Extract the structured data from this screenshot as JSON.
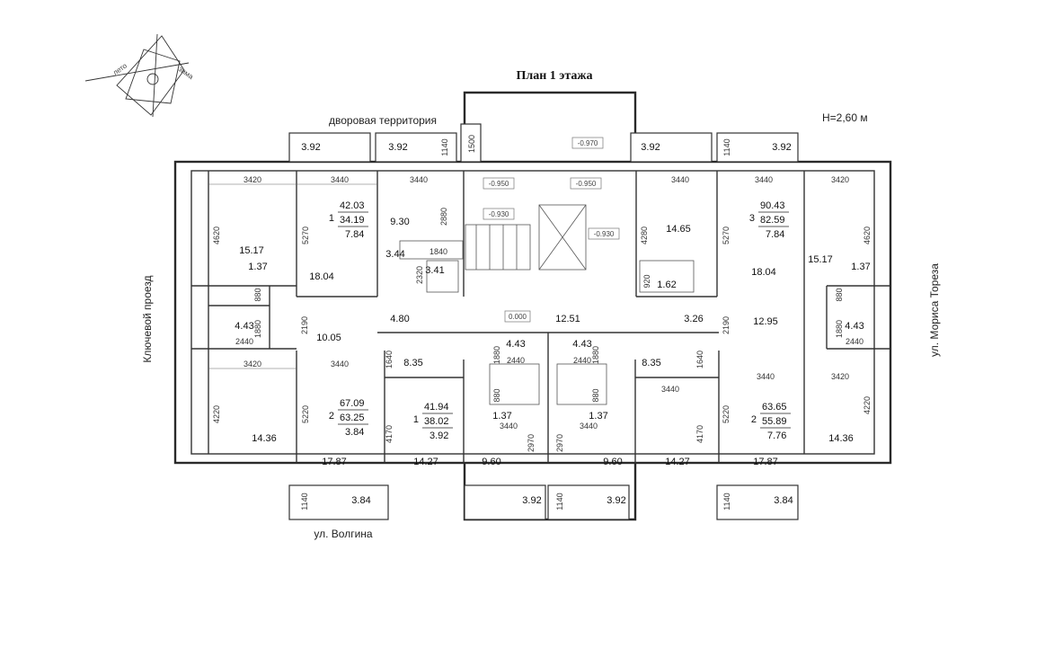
{
  "title": "План 1 этажа",
  "height_note": "H=2,60 м",
  "streets": {
    "top": "дворовая территория",
    "bottom": "ул. Волгина",
    "left": "Ключевой проезд",
    "right": "ул. Мориса Тореза"
  },
  "compass": {
    "summer": "лето",
    "winter": "зима"
  },
  "apartments": [
    {
      "id": "apt-top-left",
      "rooms": "1",
      "total": "42.03",
      "living": "34.19",
      "balcony": "7.84"
    },
    {
      "id": "apt-top-right",
      "rooms": "3",
      "total": "90.43",
      "living": "82.59",
      "balcony": "7.84"
    },
    {
      "id": "apt-bottom-left",
      "rooms": "2",
      "total": "67.09",
      "living": "63.25",
      "balcony": "3.84"
    },
    {
      "id": "apt-bottom-center",
      "rooms": "1",
      "total": "41.94",
      "living": "38.02",
      "balcony": "3.92"
    },
    {
      "id": "apt-bottom-right",
      "rooms": "2",
      "total": "63.65",
      "living": "55.89",
      "balcony": "7.76"
    }
  ],
  "room_areas": {
    "top_left_room": "15.17",
    "top_left_bath": "1.37",
    "top_left_wc": "4.43",
    "left_kitchen": "18.04",
    "left_hall": "9.30",
    "left_small1": "3.44",
    "left_small2": "3.41",
    "left_corridor": "10.05",
    "left_corridor2": "4.80",
    "center_corridor": "12.51",
    "right_hall": "14.65",
    "right_bath": "1.62",
    "right_kitchen": "18.04",
    "right_room": "15.17",
    "right_bath2": "1.37",
    "right_wc": "4.43",
    "right_corridor": "3.26",
    "right_corridor2": "12.95",
    "bl_room": "14.36",
    "bl_room2": "17.87",
    "bl_room3": "14.27",
    "bl_hall": "8.35",
    "bc_wc1": "4.43",
    "bc_bath1": "1.37",
    "bc_room1": "9.60",
    "bc_wc2": "4.43",
    "bc_bath2": "1.37",
    "bc_room2": "9.60",
    "br_hall": "8.35",
    "br_room": "14.27",
    "br_room2": "17.87",
    "br_room3": "14.36"
  },
  "balconies": {
    "top_1": "3.92",
    "top_2": "3.92",
    "top_3": "3.92",
    "top_4": "3.92",
    "bottom_1": "3.84",
    "bottom_2": "3.92",
    "bottom_3": "3.92",
    "bottom_4": "3.84"
  },
  "levels": {
    "l1": "-0.970",
    "l2": "-0.950",
    "l3": "-0.950",
    "l4": "-0.930",
    "l5": "-0.930",
    "l6": "0.000"
  },
  "dimensions": {
    "d3420": "3420",
    "d3440": "3440",
    "d4620": "4620",
    "d5270": "5270",
    "d4280": "4280",
    "d2880": "2880",
    "d1840": "1840",
    "d2320": "2320",
    "d1500": "1500",
    "d1140": "1140",
    "d880": "880",
    "d1880": "1880",
    "d2440": "2440",
    "d2190": "2190",
    "d920": "920",
    "d1640": "1640",
    "d4220": "4220",
    "d5220": "5220",
    "d4170": "4170",
    "d2970": "2970"
  }
}
